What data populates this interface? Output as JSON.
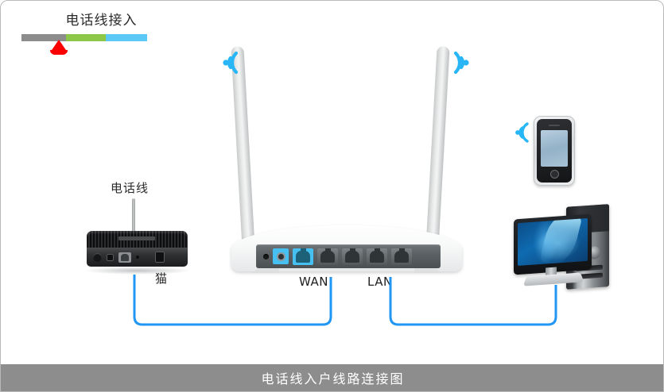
{
  "diagram": {
    "caption": "电话线入户线路连接图",
    "legend": {
      "title": "电话线接入",
      "marker_color": "#fb0000",
      "segments": [
        {
          "name": "gray-segment",
          "color": "#8c8c8c"
        },
        {
          "name": "green-segment",
          "color": "#8cc747"
        },
        {
          "name": "blue-segment",
          "color": "#5bc8f5"
        }
      ]
    },
    "modem": {
      "device_label": "猫",
      "phone_line_label": "电话线"
    },
    "router": {
      "wan_label": "WAN",
      "lan_label": "LAN",
      "wan_port_color": "#46c0f0",
      "lan_port_count": 4
    },
    "devices": {
      "phone_name": "smartphone",
      "pc_name": "desktop-computer"
    },
    "cables": {
      "color": "#2196f3",
      "modem_to_wan": "modem-to-wan-cable",
      "lan_to_pc": "lan-to-pc-cable"
    },
    "wifi": {
      "color": "#29b6f6"
    }
  }
}
